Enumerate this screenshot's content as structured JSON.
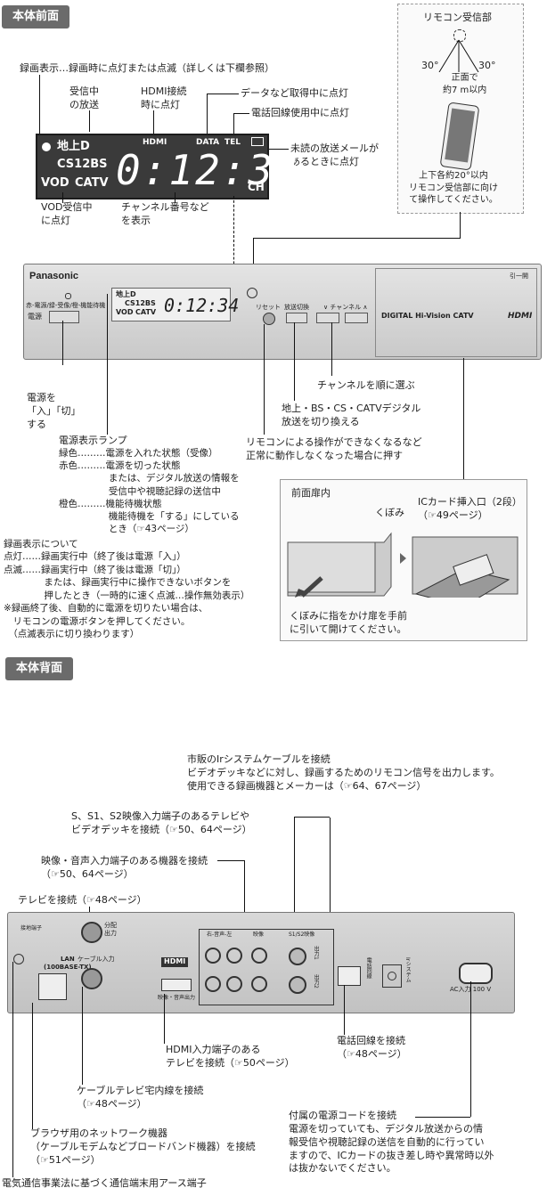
{
  "front": {
    "section_title": "本体前面",
    "rec_indicator": "録画表示…録画時に点灯または点滅（詳しくは下欄参照）",
    "receiving": "受信中\nの放送",
    "hdmi_connect": "HDMI接続\n時に点灯",
    "data_label": "データなど取得中に点灯",
    "phone_label": "電話回線使用中に点灯",
    "mail_label": "未読の放送メールが\nあるときに点灯",
    "vod_label": "VOD受信中\nに点灯",
    "channel_label": "チャンネル番号など\nを表示",
    "disp": {
      "chi_d": "地上D",
      "cs12bs": "CS12BS",
      "vod": "VOD",
      "catv": "CATV",
      "hdmi": "HDMI",
      "data": "DATA",
      "tel": "TEL",
      "time": "0:12:34",
      "ch": "CH"
    },
    "remote_title": "リモコン受信部",
    "angle_left": "30°",
    "angle_right": "30°",
    "front_dist": "正面で\n約7 m以内",
    "remote_note": "上下各約20°以内\nリモコン受信部に向け\nて操作してください。",
    "device": {
      "brand": "Panasonic",
      "mode_label": "赤-電源/録-受像/橙-機能待機",
      "power_btn": "電源",
      "reset": "リセット",
      "broadcast_switch": "放送切換",
      "channel": "∨ チャンネル ∧",
      "digital": "DIGITAL Hi-Vision CATV",
      "hdmi_logo": "HDMI",
      "tab": "引一開"
    },
    "power_on_off": "電源を\n「入」「切」\nする",
    "channel_order": "チャンネルを順に選ぶ",
    "switch_broadcast": "地上・BS・CS・CATVデジタル\n放送を切り換える",
    "reset_note": "リモコンによる操作ができなくなるなど\n正常に動作しなくなった場合に押す",
    "lamp_title": "電源表示ランプ",
    "lamp_rows": [
      "緑色………電源を入れた状態（受像）",
      "赤色………電源を切った状態",
      "　　　　　 または、デジタル放送の情報を",
      "　　　　　 受信中や視聴記録の送信中",
      "橙色………機能待機状態",
      "　　　　　 機能待機を「する」にしている",
      "　　　　　 とき（☞43ページ）"
    ],
    "door_title": "前面扉内",
    "kubomi": "くぼみ",
    "ic_slot": "ICカード挿入口（2段）\n（☞49ページ）",
    "door_note": "くぼみに指をかけ扉を手前\nに引いて開けてください。",
    "rec_about": [
      "録画表示について",
      "点灯……録画実行中（終了後は電源「入」）",
      "点滅……録画実行中（終了後は電源「切」）",
      "　　　　 または、録画実行中に操作できないボタンを",
      "　　　　 押したとき（一時的に速く点滅…操作無効表示）",
      "※録画終了後、自動的に電源を切りたい場合は、",
      "　リモコンの電源ボタンを押してください。",
      "　（点滅表示に切り換わります）"
    ]
  },
  "back": {
    "section_title": "本体背面",
    "ir_cable": "市販のIrシステムケーブルを接続\nビデオデッキなどに対し、録画するためのリモコン信号を出力します。\n使用できる録画機器とメーカーは（☞64、67ページ）",
    "s_video": "S、S1、S2映像入力端子のあるテレビや\nビデオデッキを接続（☞50、64ページ）",
    "av_in": "映像・音声入力端子のある機器を接続\n（☞50、64ページ）",
    "tv_connect": "テレビを接続（☞48ページ）",
    "hdmi_tv": "HDMI入力端子のある\nテレビを接続（☞50ページ）",
    "phone_line": "電話回線を接続\n（☞48ページ）",
    "cable_tv": "ケーブルテレビ宅内線を接続\n（☞48ページ）",
    "browser": "ブラウザ用のネットワーク機器\n（ケーブルモデムなどブロードバンド機器）を接続\n（☞51ページ）",
    "power_cord": "付属の電源コードを接続\n電源を切っていても、デジタル放送からの情\n報受信や視聴記録の送信を自動的に行ってい\nますので、ICカードの抜き差し時や異常時以外\nは抜かないでください。",
    "earth": "電気通信事業法に基づく通信端末用アース端子",
    "panel": {
      "earth_mark": "接地端子",
      "split_out": "分配\n出力",
      "lan": "LAN\n(100BASE-TX)",
      "cable_in": "ケーブル入力",
      "hdmi": "HDMI",
      "hdmi_out": "映像・音声出力",
      "rl_audio": "右-音声-左",
      "video": "映像",
      "s_video": "S1/S2映像",
      "out1": "出力1",
      "out2": "出力2",
      "phone": "電話回線",
      "ir": "Irシステム",
      "ac": "AC入力 100 V"
    }
  }
}
